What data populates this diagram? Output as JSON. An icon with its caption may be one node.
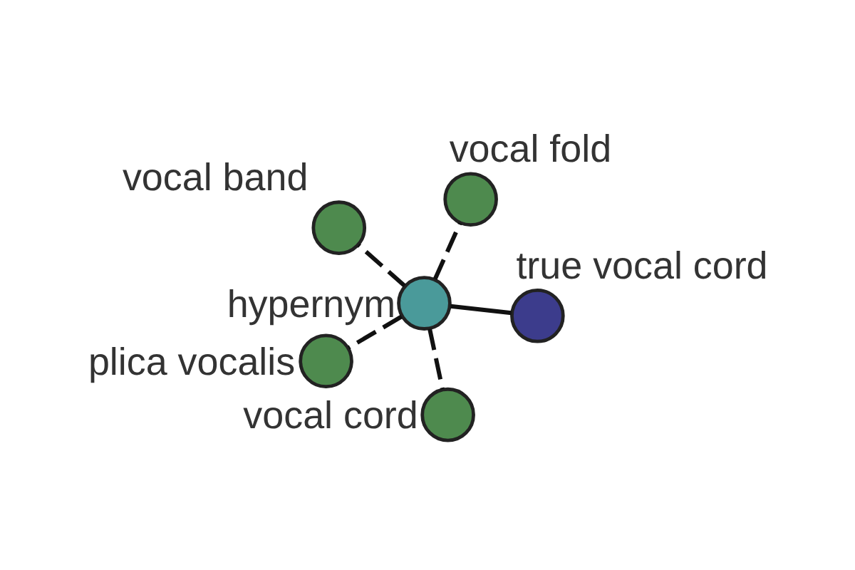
{
  "diagram": {
    "nodes": [
      {
        "text": [
          "vocal band"
        ]
      },
      {
        "text": [
          "true vocal cord"
        ]
      },
      {
        "text": [
          "vocal cord"
        ]
      },
      {
        "text": [
          "hypernym"
        ]
      },
      {
        "text": [
          "vocal fold"
        ]
      },
      {
        "text": [
          "plica vocalis"
        ]
      }
    ],
    "edges": [
      {
        "from": 3,
        "to": 0,
        "arrow": "none",
        "style": "dashed"
      },
      {
        "from": 3,
        "to": 1,
        "arrow": "none"
      },
      {
        "from": 3,
        "to": 2,
        "arrow": "none",
        "style": "dashed"
      },
      {
        "from": 3,
        "to": 4,
        "arrow": "none",
        "style": "dashed"
      },
      {
        "from": 3,
        "to": 5,
        "arrow": "none",
        "style": "dashed"
      }
    ]
  }
}
